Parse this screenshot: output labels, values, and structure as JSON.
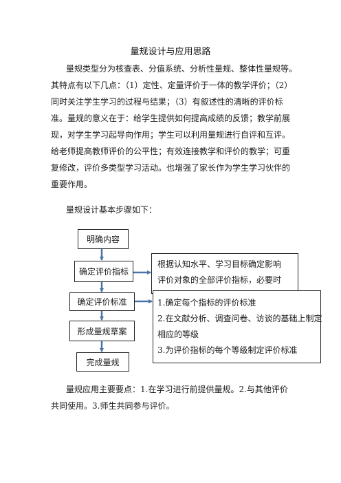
{
  "title": "量规设计与应用思路",
  "intro_lines": [
    "量规类型分为核查表、分值系统、分析性量规、整体性量规等。",
    "其特点有以下几点：（1）定性、定量评价于一体的教学评价；（2）",
    "同时关注学生学习的过程与结果；（3）有叙述性的清晰的评价标",
    "准。量规的意义在于：给学生提供如何提高成绩的反馈；教学前展",
    "现，对学生学习起导向作用；学生可以利用量规进行自评和互评。",
    "给老师提高教师评价的公平性；有效连接教学和评价的教学；可重",
    "复修改，评价多类型学习活动。也增强了家长作为学生学习伙伴的",
    "重要作用。"
  ],
  "steps_intro": "量规设计基本步骤如下：",
  "steps": [
    "明确内容",
    "确定评价指标",
    "确定评价标准",
    "形成量规草案",
    "完成量规"
  ],
  "note_indicator": [
    "根据认知水平、学习目标确定影响",
    "评价对象的全部评价指标，必要时"
  ],
  "note_standard": [
    "1.确定每个指标的评价标准",
    "2.在文献分析、调查问卷、访谈的基础上制定",
    "相应的等级",
    "3.为评价指标的每个等级制定评价标准"
  ],
  "application_lines": [
    "量规应用主要要点：1.在学习进行前提供量规。2.与其他评价",
    "共同使用。3.师生共同参与评价。"
  ],
  "colors": {
    "arrow": "#4a74a8",
    "border": "#222222"
  }
}
